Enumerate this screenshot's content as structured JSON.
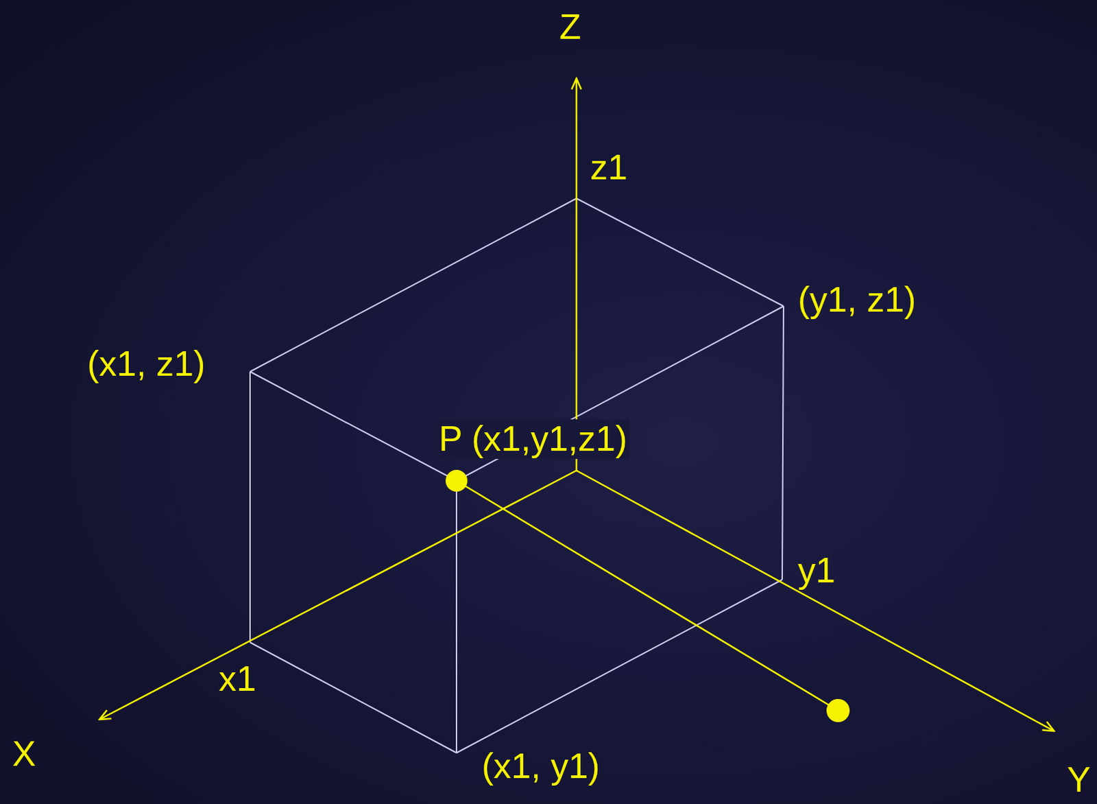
{
  "diagram": {
    "labels": [
      "Z",
      "z1",
      "(y1, z1)",
      "(x1, z1)",
      "P (x1,y1,z1)",
      "y1",
      "x1",
      "X",
      "(x1, y1)",
      "Y"
    ]
  }
}
